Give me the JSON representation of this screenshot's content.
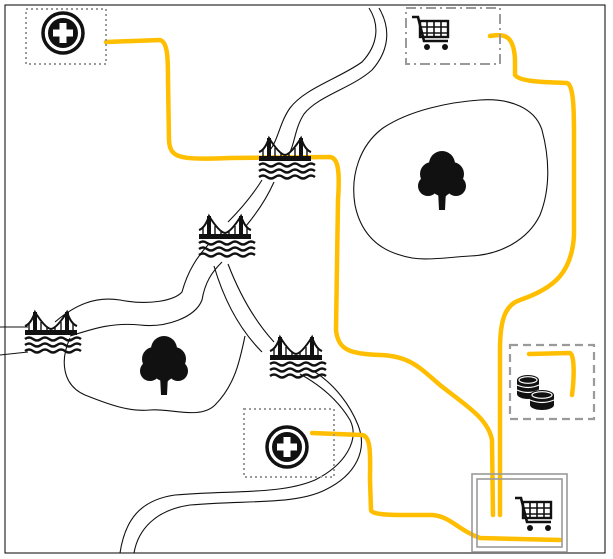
{
  "map": {
    "border_color": "#000000",
    "route_color": "#FFBE00",
    "frame_color": "#9a9a9a",
    "markers": [
      {
        "kind": "hospital",
        "icon": "medical-cross-icon",
        "count": 2
      },
      {
        "kind": "shop",
        "icon": "shopping-cart-icon",
        "count": 2
      },
      {
        "kind": "bank",
        "icon": "coins-icon",
        "count": 1
      },
      {
        "kind": "park",
        "icon": "tree-icon",
        "count": 2
      },
      {
        "kind": "bridge",
        "icon": "bridge-icon",
        "count": 4
      }
    ],
    "routes": 3
  }
}
